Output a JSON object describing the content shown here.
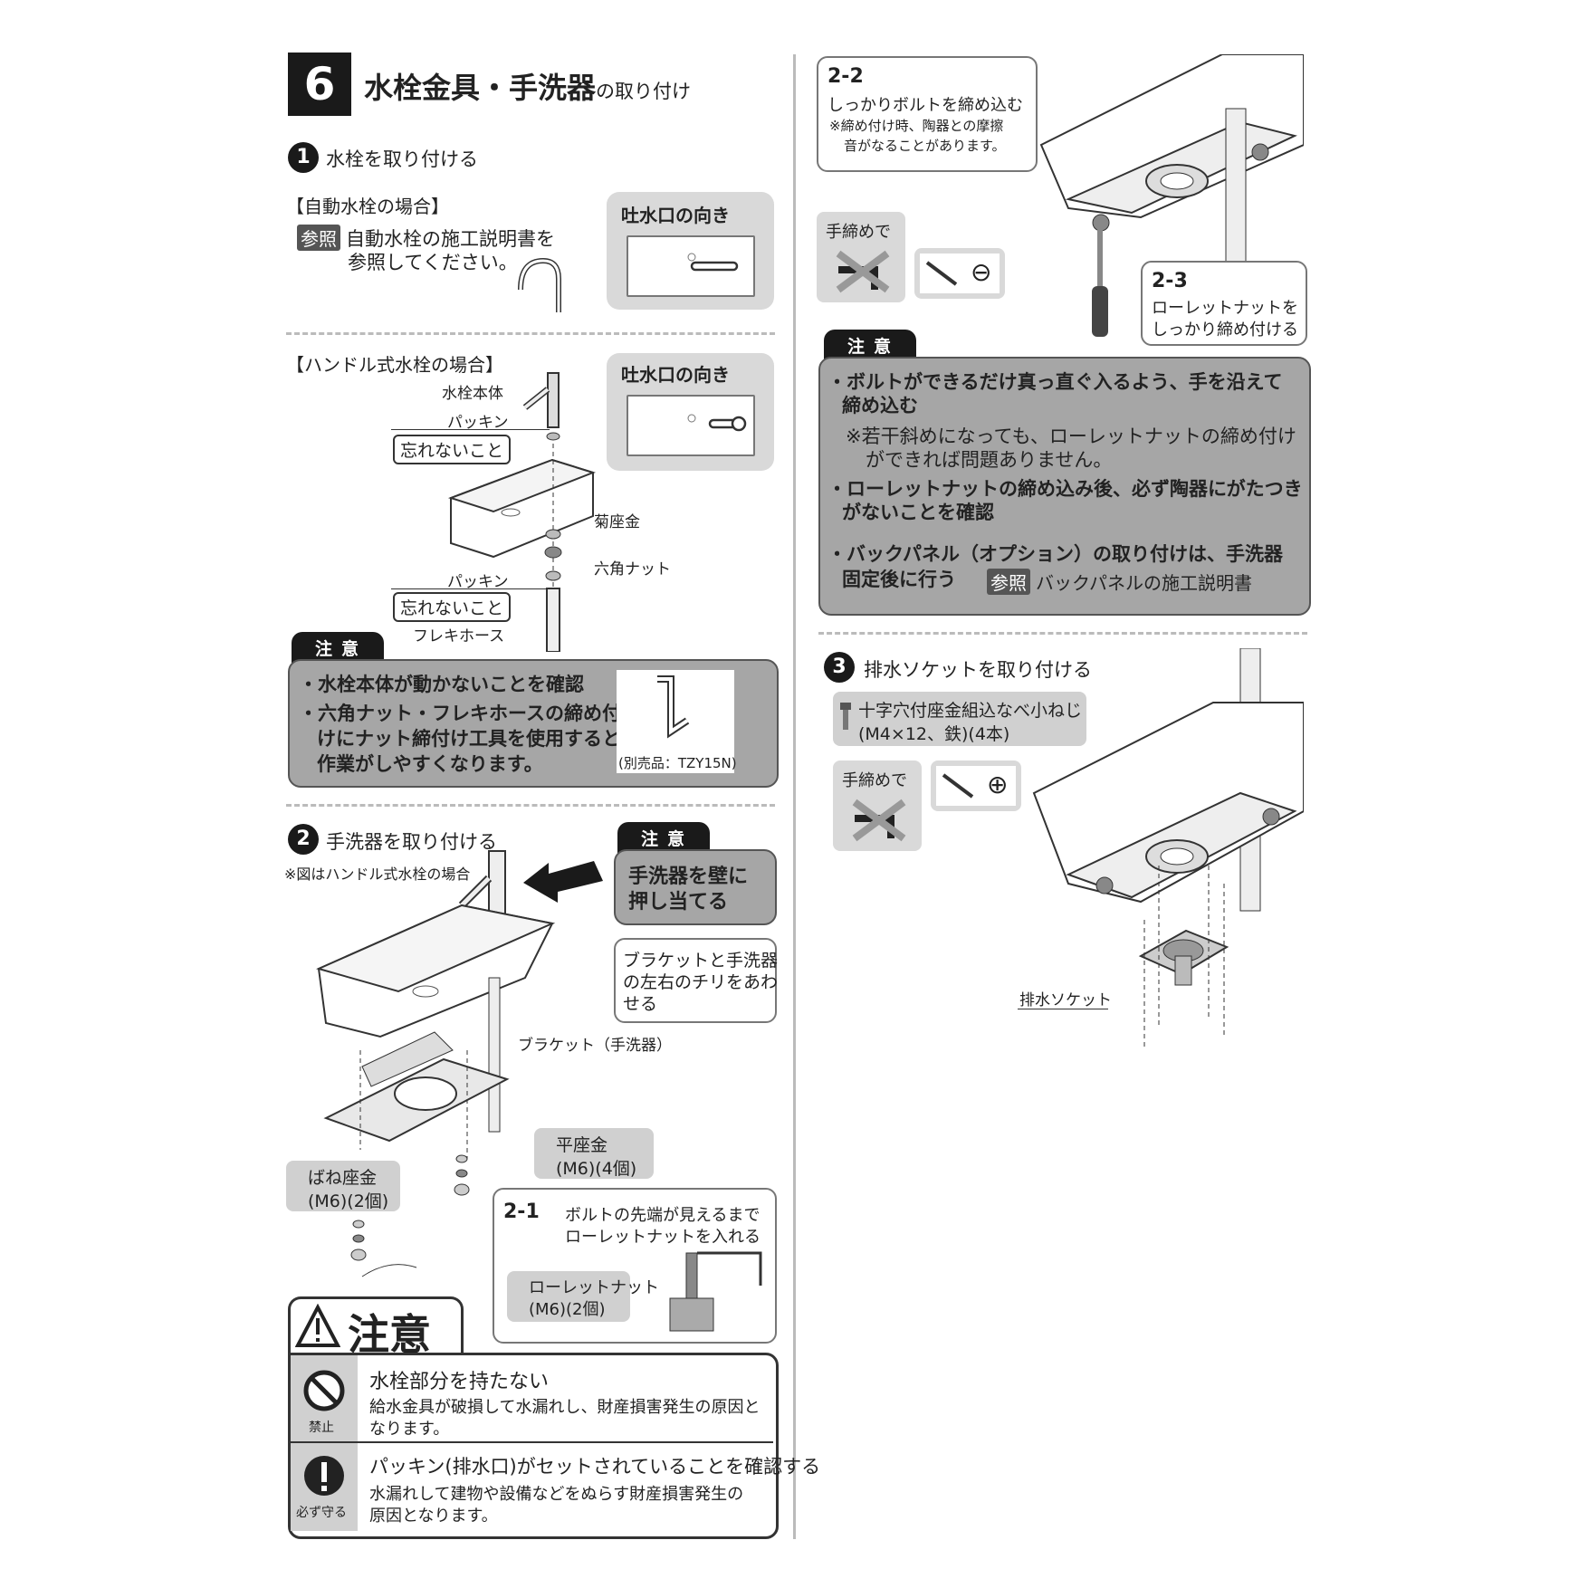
{
  "section": {
    "number": "6",
    "title_main": "水栓金具・手洗器",
    "title_suffix": "の取り付け"
  },
  "step1": {
    "num": "1",
    "title": "水栓を取り付ける",
    "auto": {
      "heading": "【自動水栓の場合】",
      "ref_badge": "参照",
      "ref_line1": "自動水栓の施工説明書を",
      "ref_line2": "参照してください。",
      "spout_title": "吐水口の向き"
    },
    "handle": {
      "heading": "【ハンドル式水栓の場合】",
      "spout_title": "吐水口の向き",
      "labels": {
        "body": "水栓本体",
        "packing1": "パッキン",
        "forget1": "忘れないこと",
        "washer": "菊座金",
        "nut": "六角ナット",
        "packing2": "パッキン",
        "forget2": "忘れないこと",
        "hose": "フレキホース"
      }
    },
    "caution": {
      "tab": "注意",
      "line1": "・水栓本体が動かないことを確認",
      "line2": "・六角ナット・フレキホースの締め付",
      "line3": "けにナット締付け工具を使用すると",
      "line4": "作業がしやすくなります。",
      "tool": "(別売品：TZY15N)"
    }
  },
  "step2": {
    "num": "2",
    "title": "手洗器を取り付ける",
    "note": "※図はハンドル式水栓の場合",
    "caution_tab": "注意",
    "caution_line1": "手洗器を壁に",
    "caution_line2": "押し当てる",
    "align_line1": "ブラケットと手洗器",
    "align_line2": "の左右のチリをあわ",
    "align_line3": "せる",
    "bracket": "ブラケット（手洗器）",
    "flat_washer_line1": "平座金",
    "flat_washer_line2": "(M6)(4個)",
    "spring_washer_line1": "ばね座金",
    "spring_washer_line2": "(M6)(2個)",
    "sub1": {
      "label": "2-1",
      "line1": "ボルトの先端が見えるまで",
      "line2": "ローレットナットを入れる",
      "nut_line1": "ローレットナット",
      "nut_line2": "(M6)(2個)"
    },
    "sub2": {
      "label": "2-2",
      "line1": "しっかりボルトを締め込む",
      "line2": "※締め付け時、陶器との摩擦",
      "line3": "音がなることがあります。"
    },
    "sub3": {
      "label": "2-3",
      "line1": "ローレットナットを",
      "line2": "しっかり締め付ける"
    },
    "hand_tight": "手締めで",
    "minus": "⊖",
    "caution": {
      "tab": "注意",
      "b1_line1": "・ボルトができるだけ真っ直ぐ入るよう、手を沿えて",
      "b1_line2": "締め込む",
      "n1_line1": "※若干斜めになっても、ローレットナットの締め付け",
      "n1_line2": "ができれば問題ありません。",
      "b2_line1": "・ローレットナットの締め込み後、必ず陶器にがたつき",
      "b2_line2": "がないことを確認",
      "b3_line1": "・バックパネル（オプション）の取り付けは、手洗器",
      "b3_line2": "固定後に行う",
      "ref_badge": "参照",
      "ref_text": "バックパネルの施工説明書"
    }
  },
  "warning": {
    "title": "注意",
    "item1": {
      "icon_label": "禁止",
      "title": "水栓部分を持たない",
      "line1": "給水金具が破損して水漏れし、財産損害発生の原因と",
      "line2": "なります。"
    },
    "item2": {
      "icon_label": "必ず守る",
      "title": "パッキン(排水口)がセットされていることを確認する",
      "line1": "水漏れして建物や設備などをぬらす財産損害発生の",
      "line2": "原因となります。"
    }
  },
  "step3": {
    "num": "3",
    "title": "排水ソケットを取り付ける",
    "screw_line1": "十字穴付座金組込なべ小ねじ",
    "screw_line2": "(M4×12、鉄)(4本)",
    "hand_tight": "手締めで",
    "plus": "⊕",
    "socket": "排水ソケット"
  }
}
